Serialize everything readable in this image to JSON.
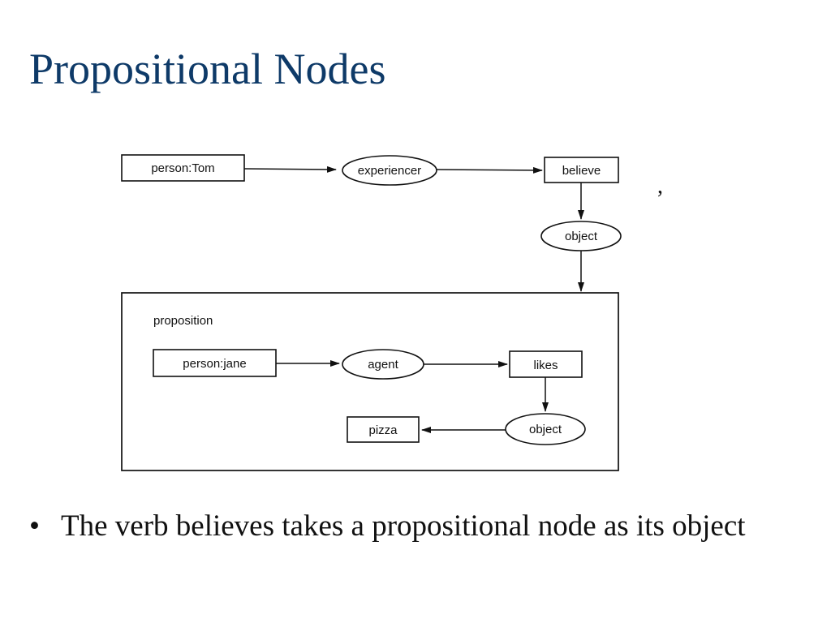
{
  "slide": {
    "title": "Propositional Nodes",
    "comma": ","
  },
  "diagram": {
    "nodes": {
      "person_tom": "person:Tom",
      "experiencer": "experiencer",
      "believe": "believe",
      "object_outer": "object",
      "proposition_label": "proposition",
      "person_jane": "person:jane",
      "agent": "agent",
      "likes": "likes",
      "object_inner": "object",
      "pizza": "pizza"
    }
  },
  "bullets": [
    {
      "marker": "•",
      "text": "The verb believes takes a propositional node as its object"
    }
  ]
}
